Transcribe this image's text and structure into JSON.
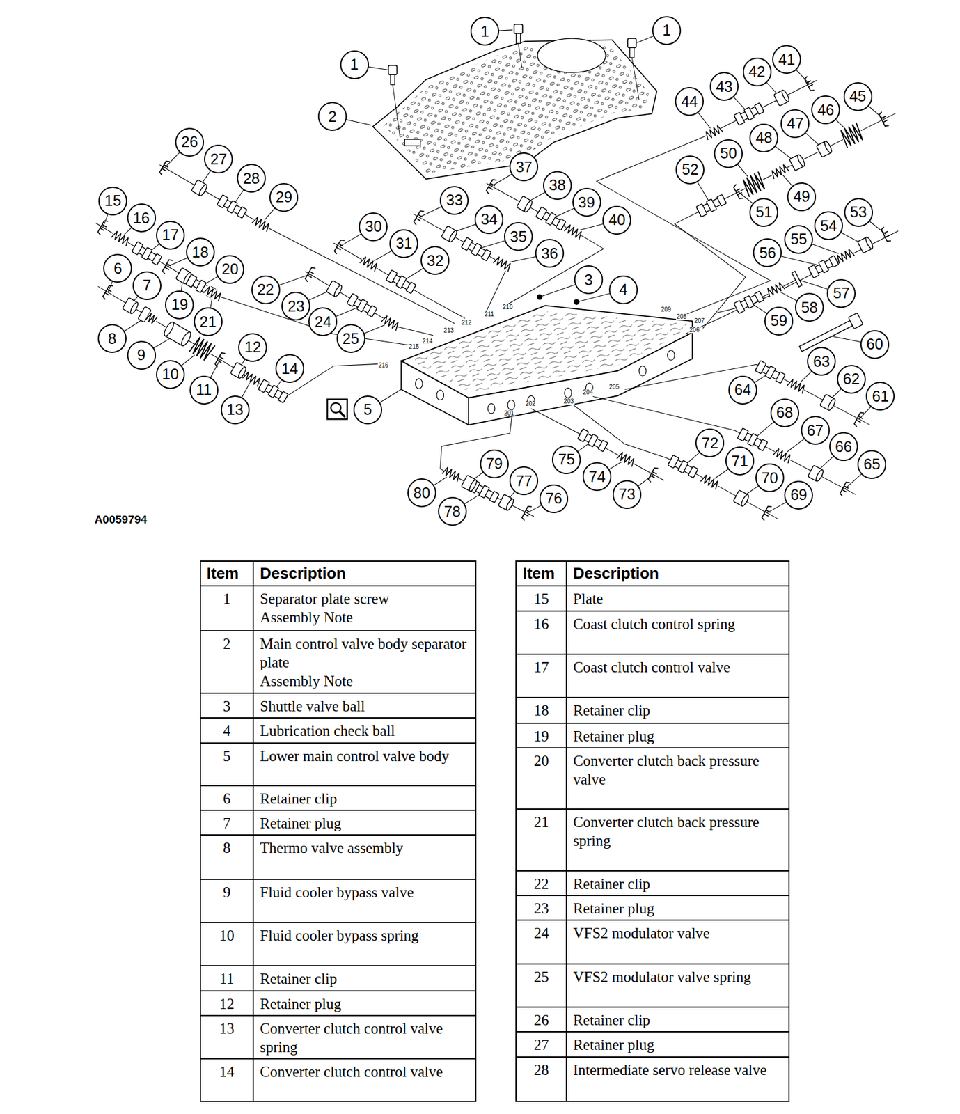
{
  "diagram": {
    "labels": [
      "1",
      "1",
      "1",
      "2",
      "3",
      "4",
      "5",
      "6",
      "7",
      "8",
      "9",
      "10",
      "11",
      "12",
      "13",
      "14",
      "15",
      "16",
      "17",
      "18",
      "19",
      "20",
      "21",
      "22",
      "23",
      "24",
      "25",
      "26",
      "27",
      "28",
      "29",
      "30",
      "31",
      "32",
      "33",
      "34",
      "35",
      "36",
      "37",
      "38",
      "39",
      "40",
      "41",
      "42",
      "43",
      "44",
      "45",
      "46",
      "47",
      "48",
      "49",
      "50",
      "51",
      "52",
      "53",
      "54",
      "55",
      "56",
      "57",
      "58",
      "59",
      "60",
      "61",
      "62",
      "63",
      "64",
      "65",
      "66",
      "67",
      "68",
      "69",
      "70",
      "71",
      "72",
      "73",
      "74",
      "75",
      "76",
      "77",
      "78",
      "79",
      "80",
      "201",
      "202",
      "203",
      "204",
      "205",
      "206",
      "207",
      "208",
      "209",
      "210",
      "211",
      "212",
      "213",
      "214",
      "215",
      "216",
      "A0059794",
      "Item",
      "Description",
      "1",
      "Separator plate screw",
      "Assembly Note",
      "2",
      "Main control valve body separator plate",
      "Assembly Note",
      "3",
      "Shuttle valve ball",
      "4",
      "Lubrication check ball",
      "5",
      "Lower main control valve body",
      "6",
      "Retainer clip",
      "7",
      "Retainer plug",
      "8",
      "Thermo valve assembly",
      "9",
      "Fluid cooler bypass valve",
      "10",
      "Fluid cooler bypass spring",
      "11",
      "Retainer clip",
      "12",
      "Retainer plug",
      "13",
      "Converter clutch control valve spring",
      "14",
      "Converter clutch control valve",
      "Item",
      "Description",
      "15",
      "Plate",
      "16",
      "Coast clutch control spring",
      "17",
      "Coast clutch control valve",
      "18",
      "Retainer clip",
      "19",
      "Retainer plug",
      "20",
      "Converter clutch back pressure valve",
      "21",
      "Converter clutch back pressure spring",
      "22",
      "Retainer clip",
      "23",
      "Retainer plug",
      "24",
      "VFS2 modulator valve",
      "25",
      "VFS2 modulator valve spring",
      "26",
      "Retainer clip",
      "27",
      "Retainer plug",
      "28",
      "Intermediate servo release valve"
    ]
  }
}
